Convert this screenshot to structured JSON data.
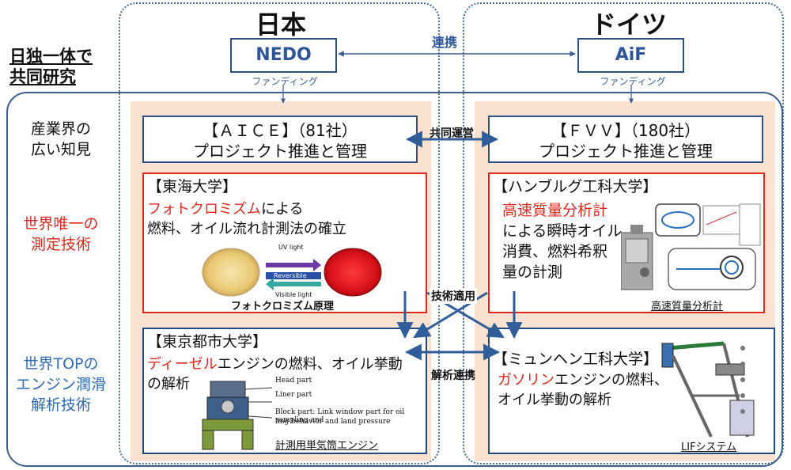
{
  "header": {
    "japan": "日本",
    "germany": "ドイツ",
    "left_title_1": "日独一体で",
    "left_title_2": "共同研究"
  },
  "funders": {
    "nedo": "NEDO",
    "aif": "AiF",
    "renkei": "連携",
    "funding_left": "ファンディング",
    "funding_right": "ファンディング"
  },
  "rows": {
    "row1": [
      "産業界の",
      "広い知見"
    ],
    "row2": [
      "世界唯一の",
      "測定技術"
    ],
    "row3": [
      "世界TOPの",
      "エンジン潤滑",
      "解析技術"
    ]
  },
  "aice": {
    "title": "【ＡＩＣＥ】（81社）",
    "sub": "プロジェクト推進と管理"
  },
  "fvv": {
    "title": "【ＦＶＶ】（180社）",
    "sub": "プロジェクト推進と管理"
  },
  "joint_operation": "共同運営",
  "tokai": {
    "title": "【東海大学】",
    "line1_red": "フォトクロミズム",
    "line1_rest": "による",
    "line2": "燃料、オイル流れ計測法の確立",
    "uv": "UV light",
    "reversible": "Reversible",
    "visible": "Visible light",
    "caption": "フォトクロミズム原理"
  },
  "hamburg": {
    "title": "【ハンブルグ工科大学】",
    "line1_red": "高速質量分析計",
    "line2": "による瞬時オイル",
    "line3": "消費、燃料希釈",
    "line4": "量の計測",
    "caption": "高速質量分析計"
  },
  "tech_apply": "技術適用",
  "analysis_link": "解析連携",
  "tmu": {
    "title": "【東京都市大学】",
    "line1_red": "ディーゼル",
    "line1_rest": "エンジンの燃料、オイル挙動",
    "line2": "の解析",
    "head": "Head part",
    "liner": "Liner part",
    "block1": "Block part: Link window part for oil sampling and",
    "block2": "ling behavior and land pressure",
    "caption": "計測用単気筒エンジン"
  },
  "munich": {
    "title": "【ミュンヘン工科大学】",
    "line1_red": "ガソリン",
    "line1_rest": "エンジンの燃料、",
    "line2": "オイル挙動の解析",
    "caption": "LIFシステム"
  }
}
